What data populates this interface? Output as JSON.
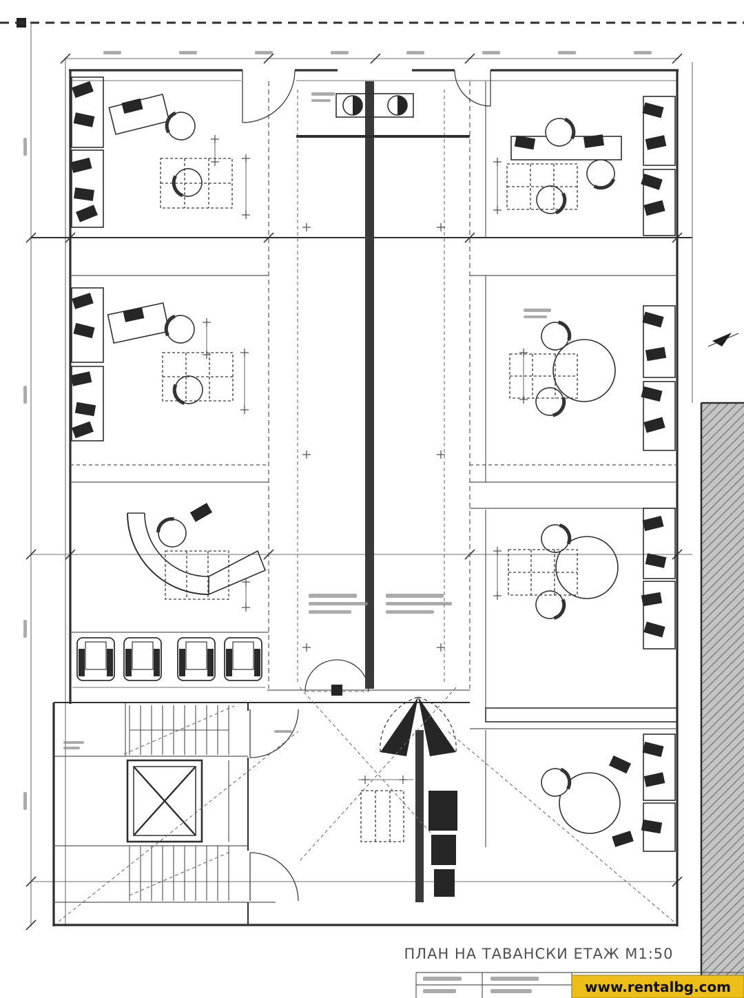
{
  "plan": {
    "title": "ПЛАН НА ТАВАНСКИ ЕТАЖ М1:50"
  },
  "watermark": {
    "text": "www.rentalbg.com",
    "bg_color": "#eebe18",
    "text_color": "#121200"
  },
  "colors": {
    "line_main": "#2e2e2e",
    "line_dim": "#6e6e6e",
    "hatch_bg": "#c4c4c4",
    "hatch_line": "#7f7f7f",
    "paper": "#ffffff"
  },
  "icons": {
    "north_arrow": "filled-triangle-with-line"
  }
}
